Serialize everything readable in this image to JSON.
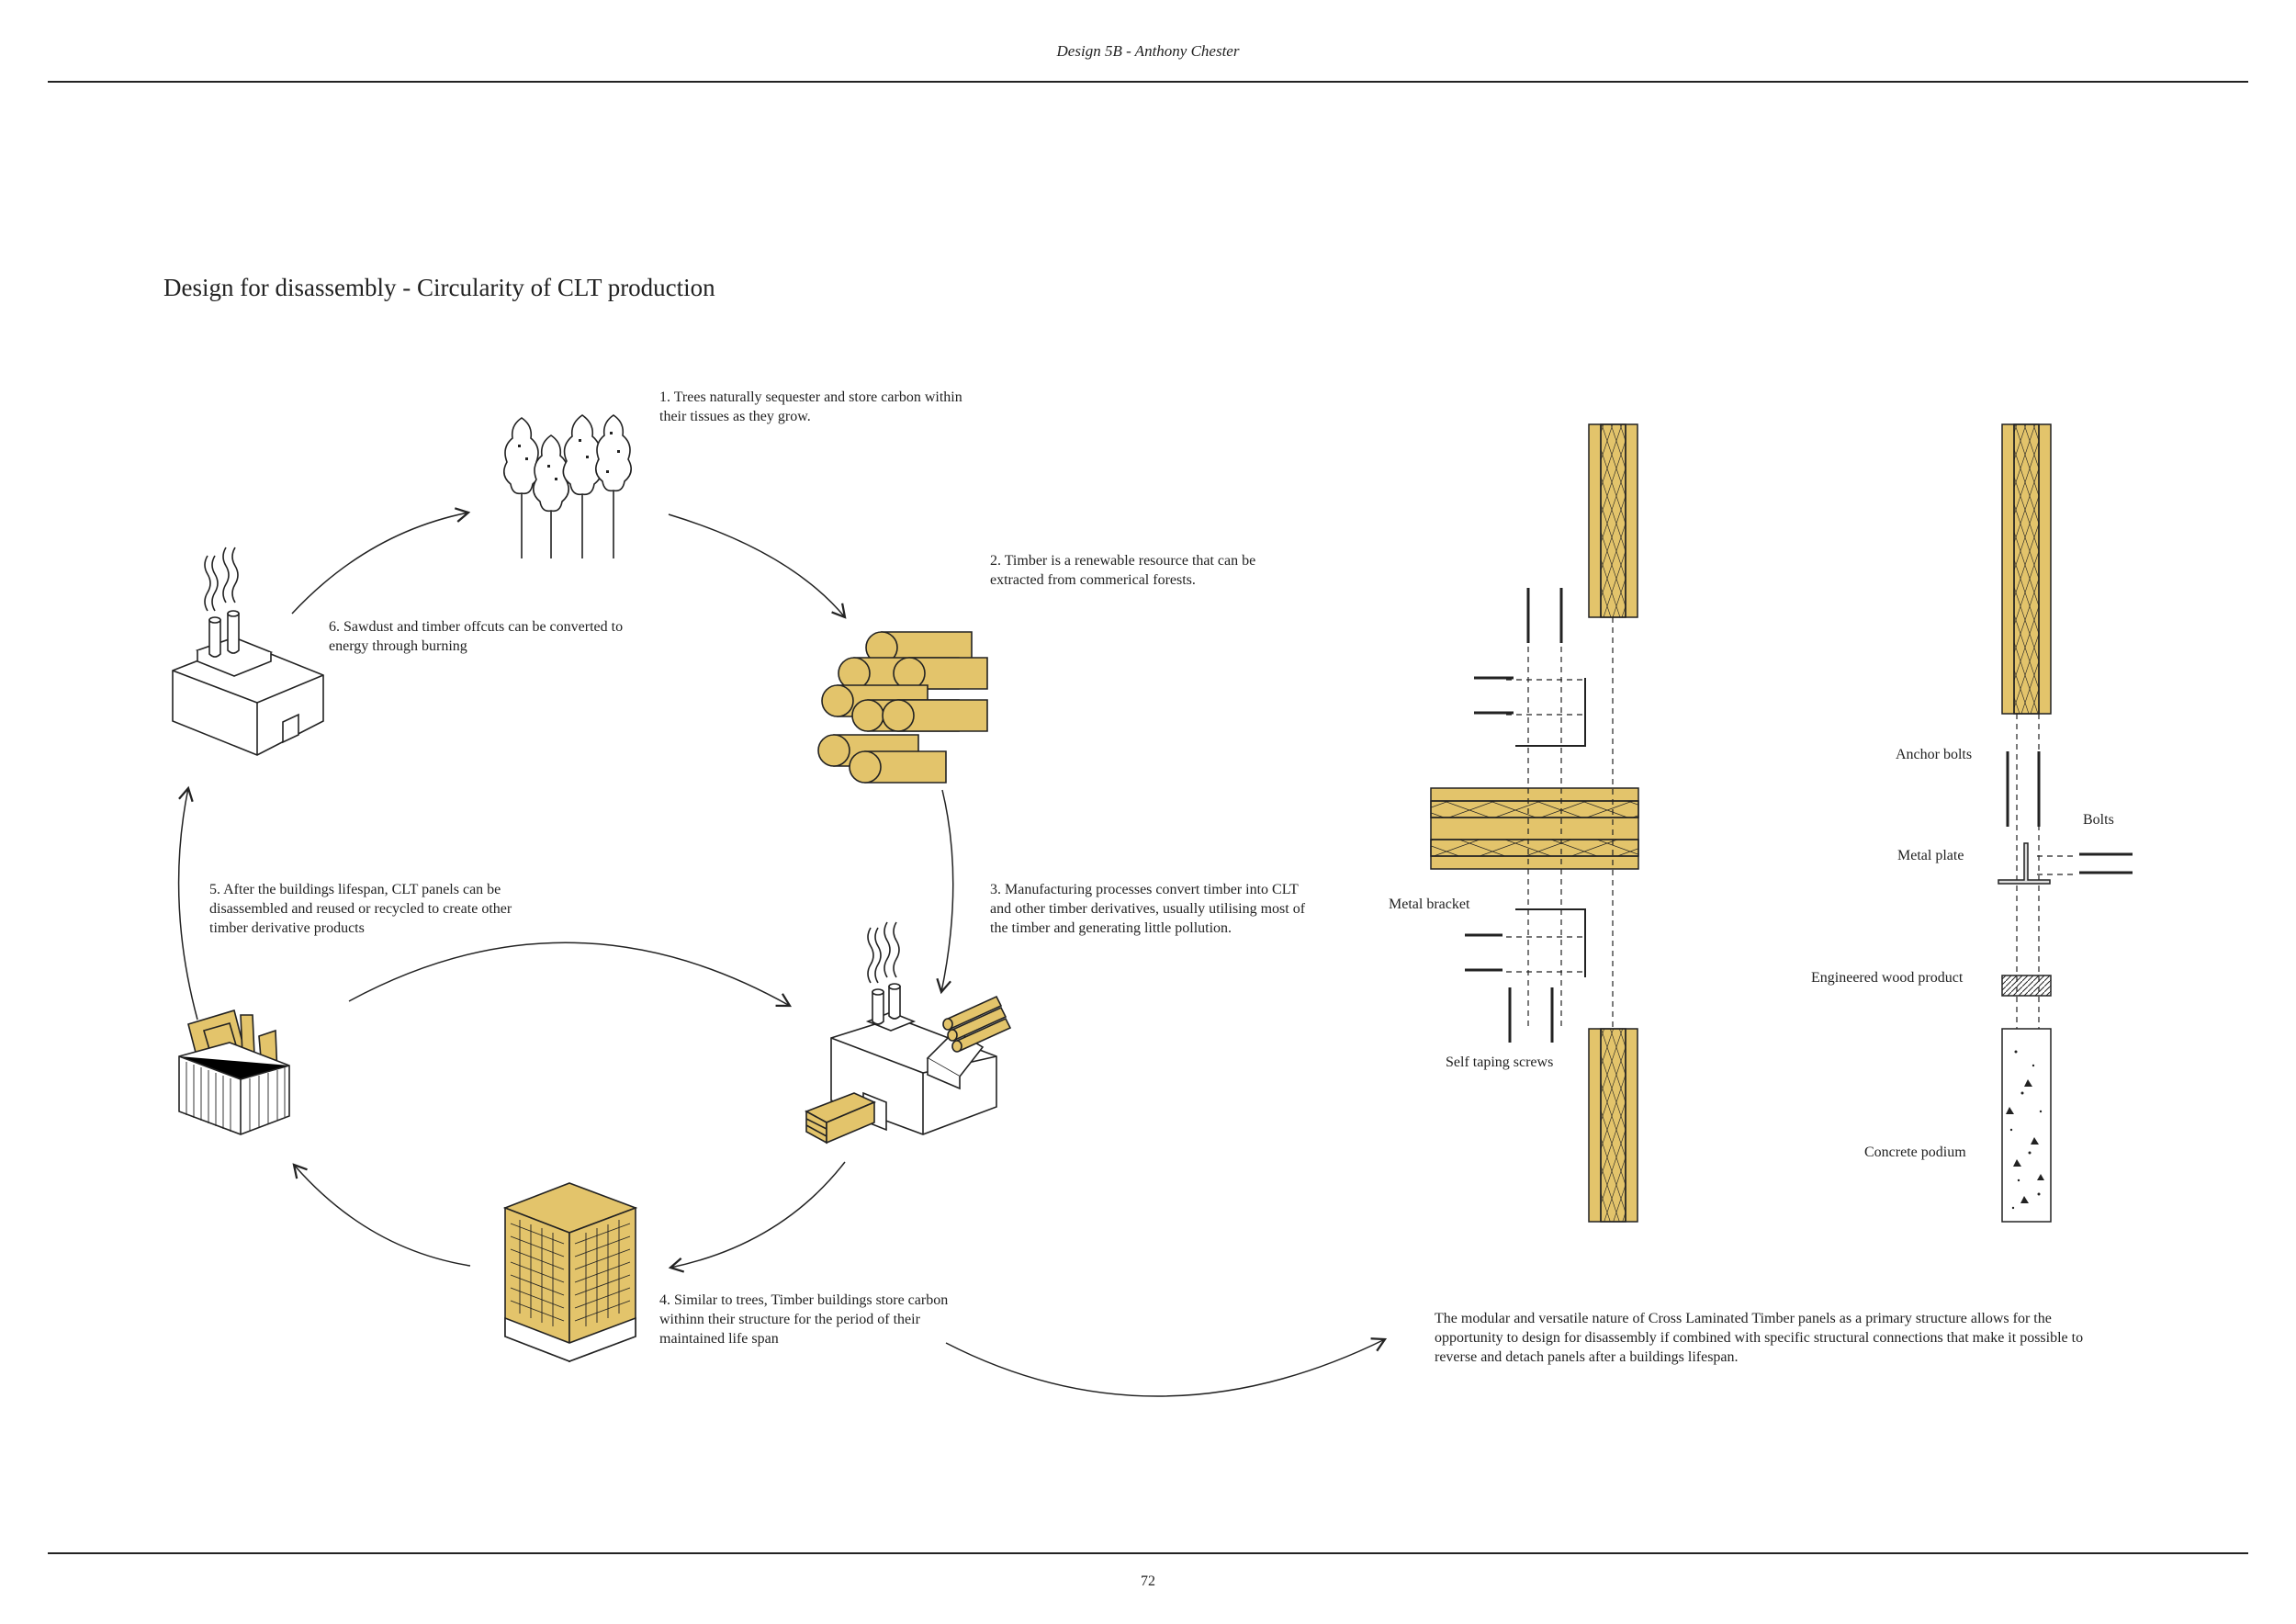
{
  "header": "Design 5B  - Anthony Chester",
  "title": "Design for disassembly - Circularity of CLT production",
  "steps": [
    "1. Trees naturally sequester and store carbon within their tissues as they grow.",
    "2. Timber is a renewable resource that can be extracted from commerical forests.",
    "3. Manufacturing processes convert timber into CLT and other timber derivatives, usually utilising most of the timber and generating little pollution.",
    "4. Similar to trees, Timber buildings store carbon withinn their structure for the period of their maintained life span",
    "5. After the buildings lifespan, CLT panels can be disassembled and reused or recycled to create other timber derivative products",
    "6. Sawdust and timber offcuts can be converted to energy through burning"
  ],
  "detail_labels": {
    "metal_bracket": "Metal bracket",
    "self_taping_screws": "Self taping screws",
    "anchor_bolts": "Anchor bolts",
    "bolts": "Bolts",
    "metal_plate": "Metal plate",
    "engineered_wood_product": "Engineered wood product",
    "concrete_podium": "Concrete podium"
  },
  "description": "The modular and versatile nature of Cross Laminated Timber panels as a primary structure allows for the opportunity to design for disassembly if combined with specific structural connections that make it possible to reverse and detach panels after a buildings lifespan.",
  "page_number": "72",
  "colors": {
    "timber": "#e3c46b",
    "line": "#222222"
  },
  "icons": [
    "trees-icon",
    "logs-icon",
    "factory-icon",
    "building-icon",
    "recycle-bin-icon",
    "power-plant-icon"
  ]
}
